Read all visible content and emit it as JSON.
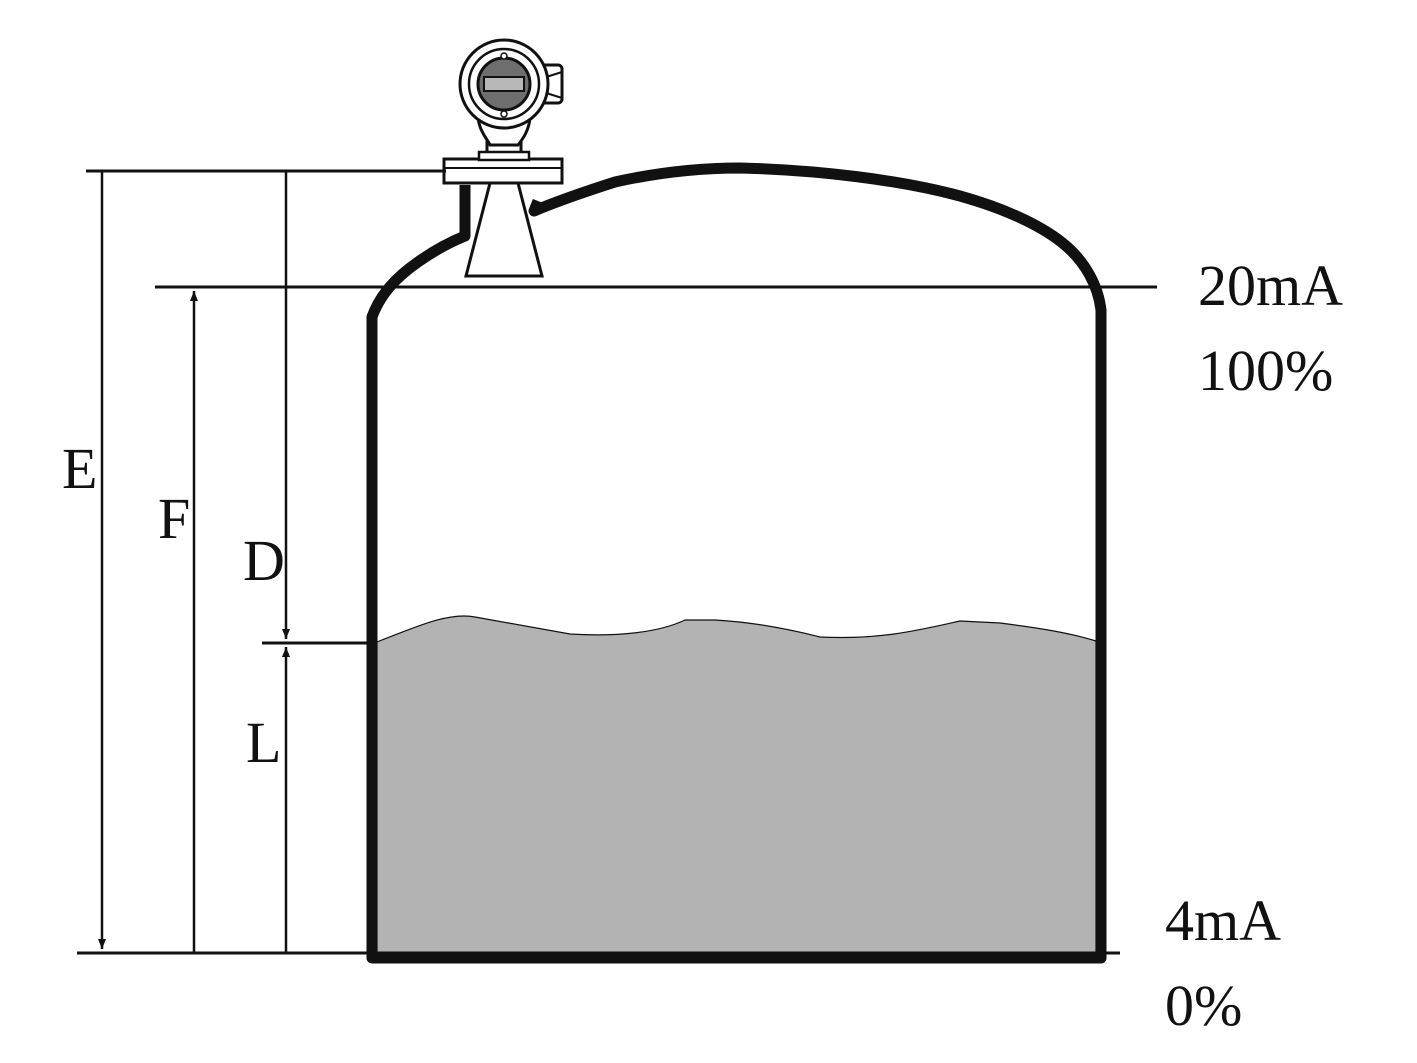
{
  "labels": {
    "E": "E",
    "F": "F",
    "D": "D",
    "L": "L"
  },
  "scale": {
    "top_current": "20mA",
    "top_percent": "100%",
    "bottom_current": "4mA",
    "bottom_percent": "0%"
  },
  "colors": {
    "line": "#111111",
    "liquid": "#b3b3b3",
    "background": "#ffffff"
  }
}
